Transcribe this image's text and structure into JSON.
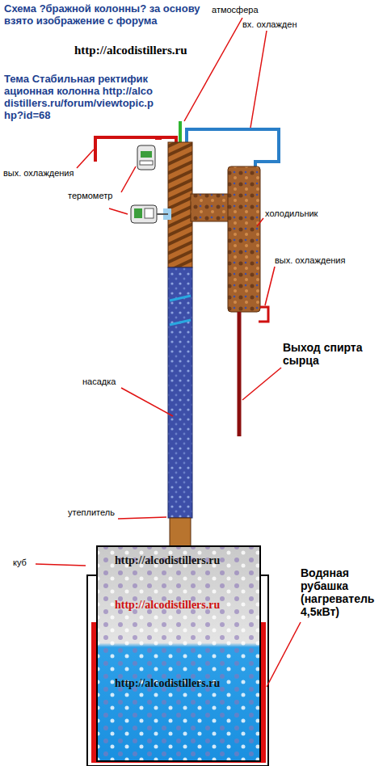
{
  "diagram": {
    "title": "Схема ?бражной колонны? за основу взято изображение с форума",
    "labels": [
      "http://alcodistillers.ru",
      "Тема Стабильная ректификационная колонна http://alcodistillers.ru/forum/viewtopic.php?id=68",
      "атмосфера",
      "вх. охлажден",
      "вых. охлаждения",
      "термометр",
      "холодильник",
      "вых. охлаждения",
      "Выход спирта сырца",
      "насадка",
      "утеплитель",
      "куб",
      "Водяная рубашка (нагреватель 4,5кВт)",
      "http://alcodistillers.ru",
      "http://alcodistillers.ru",
      "http://alcodistillers.ru"
    ]
  }
}
